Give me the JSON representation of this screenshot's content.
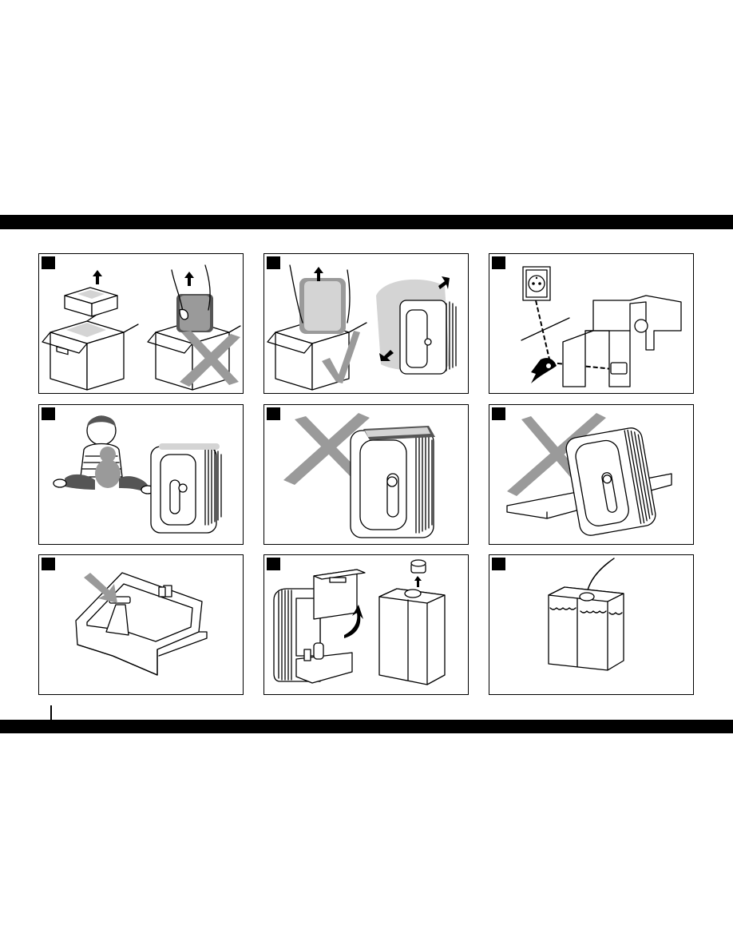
{
  "page": {
    "panels": [
      {
        "id": 1,
        "content": "unpacking-lift-top-insert",
        "icon": "box-unpacking"
      },
      {
        "id": 2,
        "content": "unpacking-lift-unit-in-bag",
        "icon": "box-unpacking-bag"
      },
      {
        "id": 3,
        "content": "rating-label-voltage-check",
        "icon": "outlet-rating-label"
      },
      {
        "id": 4,
        "content": "child-near-appliance",
        "icon": "child-safety"
      },
      {
        "id": 5,
        "content": "do-not-cover-appliance",
        "icon": "no-cover"
      },
      {
        "id": 6,
        "content": "do-not-place-on-edge",
        "icon": "no-edge"
      },
      {
        "id": 7,
        "content": "base-tray-detail",
        "icon": "base-tray"
      },
      {
        "id": 8,
        "content": "remove-tank-and-cap",
        "icon": "tank-removal"
      },
      {
        "id": 9,
        "content": "fill-tank-with-water",
        "icon": "tank-filling"
      }
    ],
    "colors": {
      "bar": "#000000",
      "cross": "#9a9a9a",
      "background": "#ffffff"
    }
  }
}
